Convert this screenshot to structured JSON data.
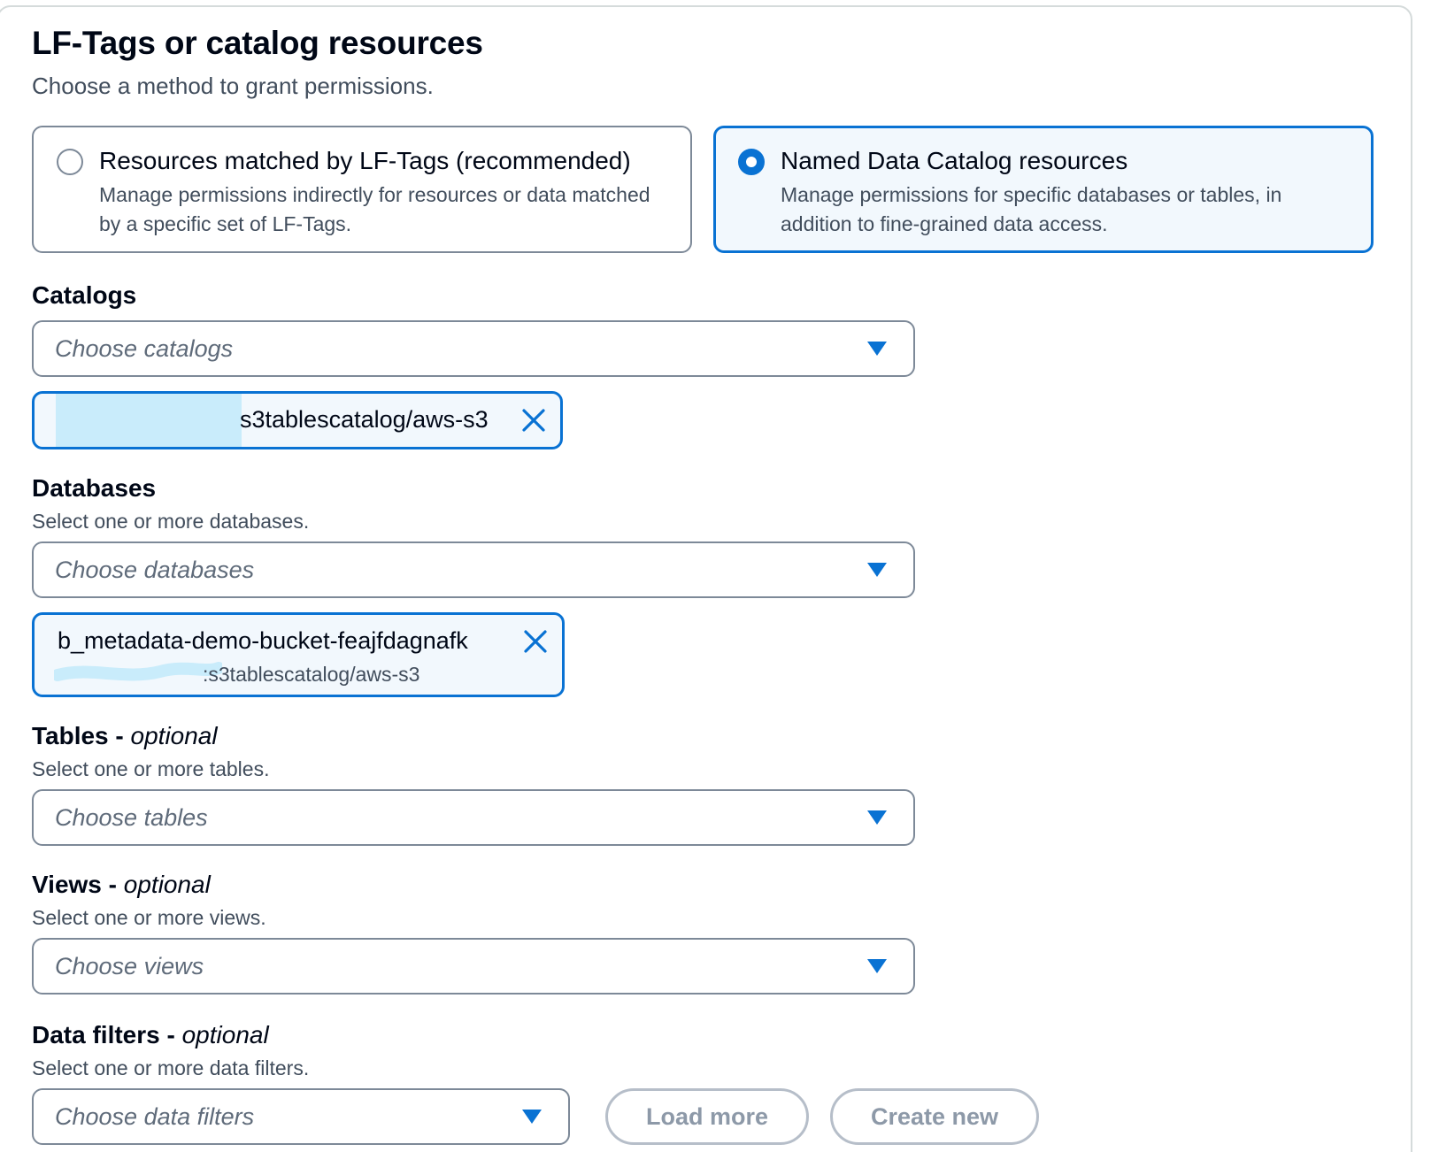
{
  "section": {
    "title": "LF-Tags or catalog resources",
    "description": "Choose a method to grant permissions."
  },
  "methods": [
    {
      "label": "Resources matched by LF-Tags (recommended)",
      "description": "Manage permissions indirectly for resources or data matched by a specific set of LF-Tags.",
      "selected": false
    },
    {
      "label": "Named Data Catalog resources",
      "description": "Manage permissions for specific databases or tables, in addition to fine-grained data access.",
      "selected": true
    }
  ],
  "catalogs": {
    "label": "Catalogs",
    "placeholder": "Choose catalogs",
    "token": {
      "text": "s3tablescatalog/aws-s3"
    }
  },
  "databases": {
    "label": "Databases",
    "description": "Select one or more databases.",
    "placeholder": "Choose databases",
    "token": {
      "text": "b_metadata-demo-bucket-feajfdagnafk",
      "sub": ":s3tablescatalog/aws-s3"
    }
  },
  "tables": {
    "label": "Tables",
    "optional": "optional",
    "description": "Select one or more tables.",
    "placeholder": "Choose tables"
  },
  "views": {
    "label": "Views",
    "optional": "optional",
    "description": "Select one or more views.",
    "placeholder": "Choose views"
  },
  "data_filters": {
    "label": "Data filters",
    "optional": "optional",
    "description": "Select one or more data filters.",
    "placeholder": "Choose data filters",
    "load_more_label": "Load more",
    "create_new_label": "Create new"
  },
  "colors": {
    "accent": "#0972d3",
    "selected_bg": "#f2f8fd",
    "border": "#7d8998",
    "redaction": "#c9ecfb"
  },
  "icons": {
    "radio": "radio-icon",
    "caret": "caret-down-icon",
    "dismiss": "close-icon"
  }
}
